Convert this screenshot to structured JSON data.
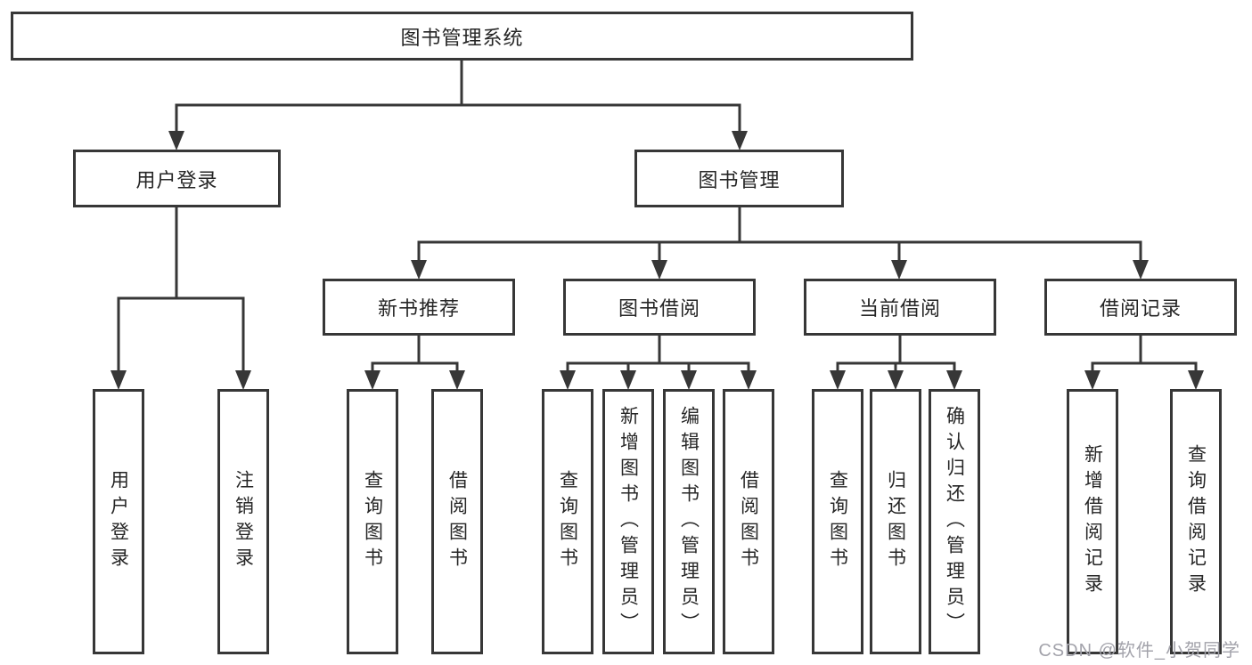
{
  "diagram": {
    "type": "hierarchy-diagram",
    "background_color": "#ffffff",
    "line_color": "#373737",
    "text_color": "#262626",
    "root": {
      "label": "图书管理系统"
    },
    "branches": [
      {
        "label": "用户登录",
        "leaves": [
          "用户登录",
          "注销登录"
        ]
      },
      {
        "label": "图书管理",
        "children": [
          {
            "label": "新书推荐",
            "leaves": [
              "查询图书",
              "借阅图书"
            ]
          },
          {
            "label": "图书借阅",
            "leaves": [
              "查询图书",
              "新增图书（管理员）",
              "编辑图书（管理员）",
              "借阅图书"
            ]
          },
          {
            "label": "当前借阅",
            "leaves": [
              "查询图书",
              "归还图书",
              "确认归还（管理员）"
            ]
          },
          {
            "label": "借阅记录",
            "leaves": [
              "新增借阅记录",
              "查询借阅记录"
            ]
          }
        ]
      }
    ],
    "watermark": {
      "text": "CSDN @软件_小贺同学",
      "color": "#a3a3ab"
    }
  }
}
